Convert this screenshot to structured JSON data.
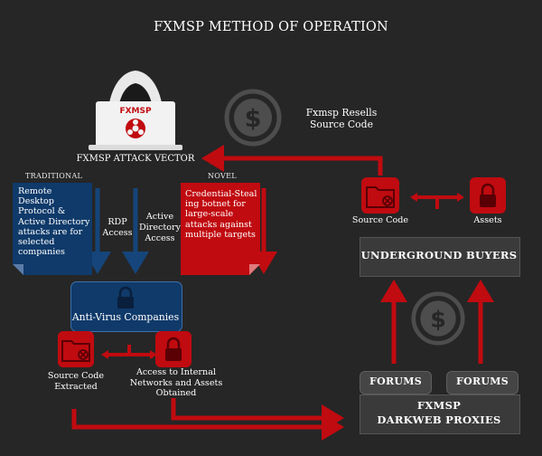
{
  "title": "FXMSP METHOD OF OPERATION",
  "attack_vector": {
    "label": "FXMSP ATTACK VECTOR",
    "laptop_text": "FXMSP"
  },
  "traditional": {
    "heading": "TRADITIONAL",
    "lines": [
      "Remote",
      "Desktop",
      "Protocol &",
      "Active Directory",
      "attacks are for",
      "selected",
      "companies"
    ]
  },
  "rdp_access": {
    "lines": [
      "RDP",
      "Access"
    ]
  },
  "ad_access": {
    "lines": [
      "Active",
      "Directory",
      "Access"
    ]
  },
  "novel": {
    "heading": "NOVEL",
    "lines": [
      "Credential-Steal",
      "ing botnet  for",
      "large-scale",
      "attacks against",
      "multiple targets"
    ]
  },
  "antivirus": {
    "label": "Anti-Virus Companies"
  },
  "left_bottom": {
    "source_code": {
      "lines": [
        "Source Code",
        "Extracted"
      ]
    },
    "access": {
      "lines": [
        "Access to Internal",
        "Networks and Assets",
        "Obtained"
      ]
    }
  },
  "resells": {
    "lines": [
      "Fxmsp Resells",
      "Source Code"
    ]
  },
  "right_top": {
    "source_code_label": "Source Code",
    "assets_label": "Assets"
  },
  "underground_buyers": "UNDERGROUND BUYERS",
  "forums": [
    "FORUMS",
    "FORUMS"
  ],
  "proxies": {
    "lines": [
      "FXMSP",
      "DARKWEB PROXIES"
    ]
  },
  "colors": {
    "background": "#262626",
    "accent_red": "#c00b10",
    "navy": "#0f3a6a",
    "panel_gray": "#3a3a3a"
  },
  "icons": [
    "hacker-icon",
    "folder-icon",
    "lock-icon",
    "dollar-coin-icon",
    "biohazard-icon"
  ]
}
